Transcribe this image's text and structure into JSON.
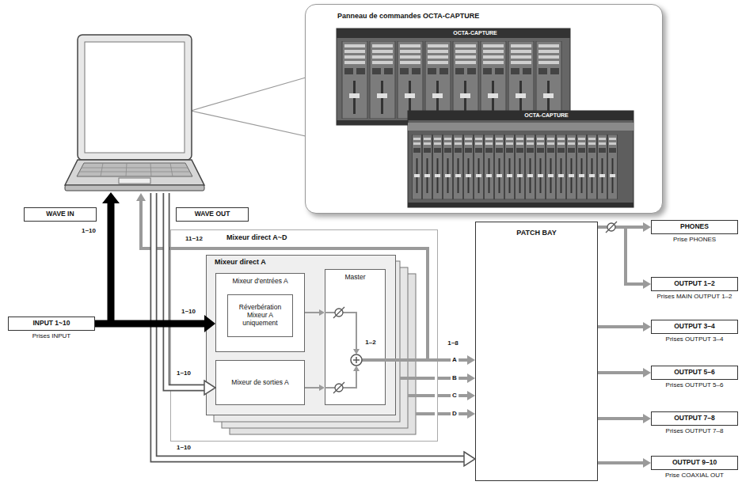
{
  "diagram": {
    "nodes": [
      {
        "text": [
          "Panneau de commandes OCTA-CAPTURE"
        ]
      },
      {
        "text": [
          "WAVE IN"
        ]
      },
      {
        "text": [
          "WAVE OUT"
        ]
      },
      {
        "text": [
          "INPUT 1~10",
          "Prises INPUT"
        ]
      },
      {
        "text": [
          "Mixeur direct A~D"
        ]
      },
      {
        "text": [
          "Mixeur direct A"
        ],
        "in": 4
      },
      {
        "text": [
          "Mixeur d'entrées A"
        ],
        "in": 5
      },
      {
        "text": [
          "Réverbération Mixeur A uniquement"
        ],
        "in": 6
      },
      {
        "text": [
          "Mixeur de sorties A"
        ],
        "in": 5
      },
      {
        "text": [
          "Master"
        ],
        "in": 5
      },
      {
        "text": [
          "PATCH BAY"
        ]
      },
      {
        "text": [
          "PHONES",
          "Prise PHONES"
        ]
      },
      {
        "text": [
          "OUTPUT 1–2",
          "Prises MAIN OUTPUT 1–2"
        ]
      },
      {
        "text": [
          "OUTPUT 3–4",
          "Prises OUTPUT 3–4"
        ]
      },
      {
        "text": [
          "OUTPUT 5–6",
          "Prises OUTPUT 5–6"
        ]
      },
      {
        "text": [
          "OUTPUT 7–8",
          "Prises OUTPUT 7–8"
        ]
      },
      {
        "text": [
          "OUTPUT 9–10",
          "Prise COAXIAL OUT"
        ]
      }
    ],
    "edges": [
      {
        "from": 3,
        "to": 6,
        "label": "1~10",
        "arrow": "to"
      },
      {
        "from": 6,
        "to": 9,
        "arrow": "to"
      },
      {
        "from": 8,
        "to": 9,
        "arrow": "to"
      },
      {
        "from": 9,
        "to": 10,
        "label": "A",
        "arrow": "to"
      },
      {
        "from": 4,
        "to": 10,
        "label": "B",
        "arrow": "to"
      },
      {
        "from": 4,
        "to": 10,
        "label": "C",
        "arrow": "to"
      },
      {
        "from": 4,
        "to": 10,
        "label": "D",
        "arrow": "to"
      },
      {
        "from": 10,
        "to": 11,
        "arrow": "to"
      },
      {
        "from": 10,
        "to": 12,
        "arrow": "to"
      },
      {
        "from": 10,
        "to": 13,
        "arrow": "to"
      },
      {
        "from": 10,
        "to": 14,
        "arrow": "to"
      },
      {
        "from": 10,
        "to": 15,
        "arrow": "to"
      },
      {
        "from": 10,
        "to": 16,
        "arrow": "to"
      }
    ],
    "labels": [
      "1~10",
      "11~12",
      "1–2",
      "1~8",
      "1~10",
      "1~10",
      "OCTA-CAPTURE",
      "OCTA-CAPTURE"
    ]
  }
}
